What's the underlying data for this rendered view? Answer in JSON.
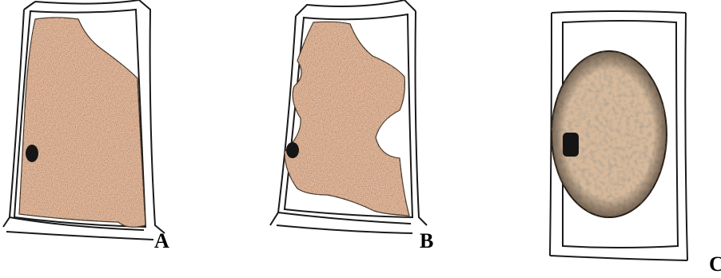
{
  "labels": {
    "a": "A",
    "b": "B",
    "c": "C"
  },
  "colors": {
    "cytoplasm": "#ebb897",
    "cytoplasm_c": "#d7b99a",
    "stipple": "#5a4636",
    "nucleus": "#151515",
    "wall": "#1a1a1a",
    "background": "#ffffff"
  }
}
